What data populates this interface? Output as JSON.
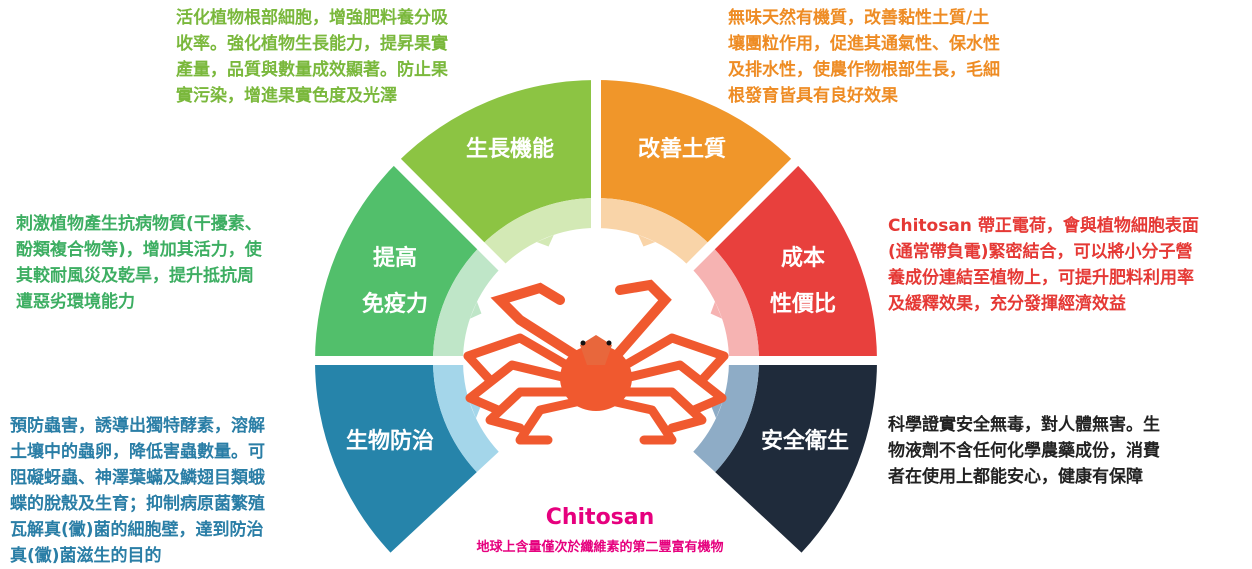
{
  "segments": [
    {
      "id": "immunity",
      "label": "提高\n免疫力",
      "color": "#52bf6b",
      "light": "#bfe6c8",
      "start": 180,
      "end": 135,
      "desc": "刺激植物產生抗病物質(干擾素、\n酚類複合物等)，增加其活力，使\n其較耐風災及乾旱，提升抵抗周\n遭惡劣環境能力",
      "text_color": "#3dae62"
    },
    {
      "id": "growth",
      "label": "生長機能",
      "color": "#8cc443",
      "light": "#d3e9b5",
      "start": 135,
      "end": 90,
      "desc": "活化植物根部細胞，增強肥料養分吸\n收率。強化植物生長能力，提昇果實\n產量，品質與數量成效顯著。防止果\n實污染，增進果實色度及光澤",
      "text_color": "#7ab83c"
    },
    {
      "id": "soil",
      "label": "改善土質",
      "color": "#f0962a",
      "light": "#f9d4a8",
      "start": 90,
      "end": 45,
      "desc": "無味天然有機質，改善黏性土質/土\n壤團粒作用，促進其通氣性、保水性\n及排水性，使農作物根部生長，毛細\n根發育皆具有良好效果",
      "text_color": "#ee8c24"
    },
    {
      "id": "cost",
      "label": "成本\n性價比",
      "color": "#e8403d",
      "light": "#f6b3b2",
      "start": 45,
      "end": 0,
      "desc": "Chitosan 帶正電荷，會與植物細胞表面\n(通常帶負電)緊密結合，可以將小分子營\n養成份連結至植物上，可提升肥料利用率\n及緩釋效果，充分發揮經濟效益",
      "text_color": "#e53935"
    },
    {
      "id": "biocontrol",
      "label": "生物防治",
      "color": "#2684aa",
      "light": "#a4d6ea",
      "start": 180,
      "end": 223,
      "desc": "預防蟲害，誘導出獨特酵素，溶解\n土壤中的蟲卵，降低害蟲數量。可\n阻礙蚜蟲、神澤葉蟎及鱗翅目類蛾\n蝶的脫殼及生育；抑制病原菌繁殖\n瓦解真(黴)菌的細胞壁，達到防治\n真(黴)菌滋生的目的",
      "text_color": "#2a7ea6"
    },
    {
      "id": "safety",
      "label": "安全衛生",
      "color": "#1f2b3b",
      "light": "#8eacc6",
      "start": 317,
      "end": 360,
      "desc": "科學證實安全無毒，對人體無害。生\n物液劑不含任何化學農藥成份，消費\n者在使用上都能安心，健康有保障",
      "text_color": "#222222"
    }
  ],
  "center": {
    "title": "Chitosan",
    "subtitle": "地球上含量僅次於纖維素的第二豐富有機物"
  }
}
